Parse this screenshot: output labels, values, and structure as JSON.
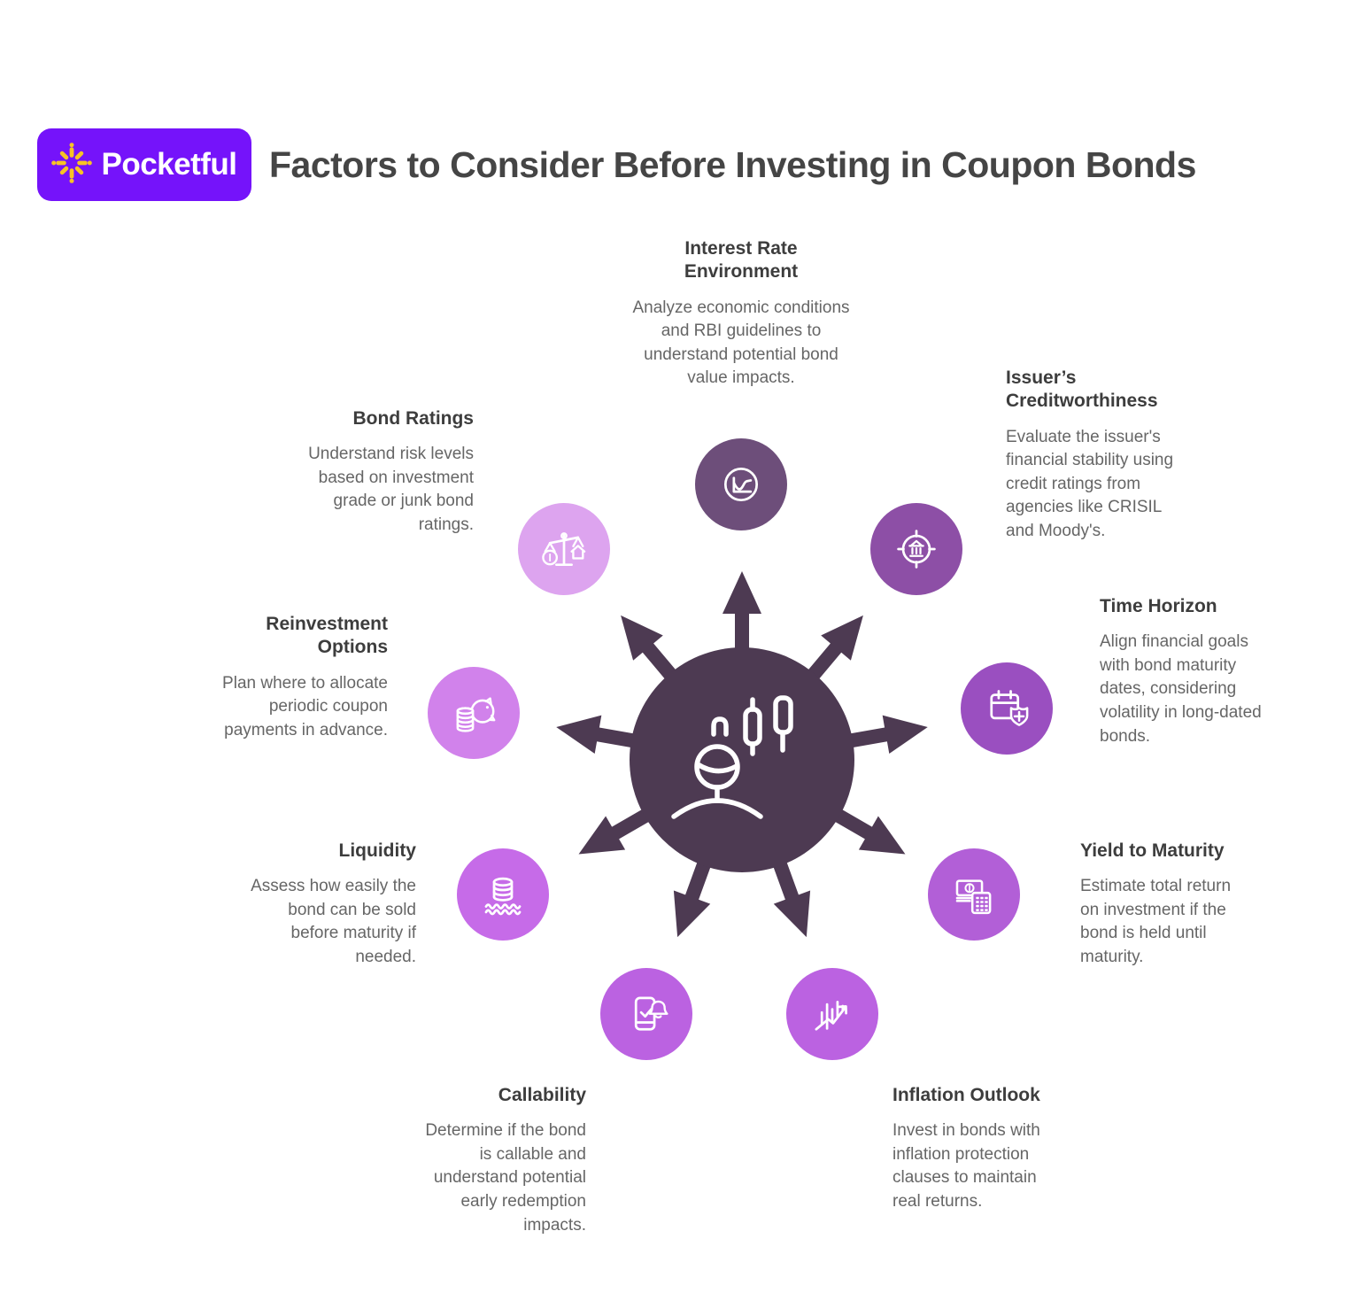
{
  "header": {
    "logo": {
      "text": "Pocketful",
      "icon": "pocketful-burst-icon",
      "bg_color": "#7513fa",
      "icon_color": "#f7c325"
    },
    "title": "Factors to Consider Before Investing in Coupon Bonds"
  },
  "hub": {
    "icon": "investor-with-candlesticks-icon",
    "color": "#4d3a52",
    "arrow_count": 9
  },
  "factors": [
    {
      "title": "Interest Rate Environment",
      "description": "Analyze economic conditions and RBI guidelines to understand potential bond value impacts.",
      "icon": "line-chart-icon",
      "color": "#6d4e7a"
    },
    {
      "title": "Issuer’s Creditworthiness",
      "description": "Evaluate the issuer's financial stability using credit ratings from agencies like CRISIL and Moody's.",
      "icon": "bank-target-icon",
      "color": "#8d4fa6"
    },
    {
      "title": "Time Horizon",
      "description": "Align financial goals with bond maturity dates, considering volatility in long-dated bonds.",
      "icon": "calendar-shield-icon",
      "color": "#9a4fc0"
    },
    {
      "title": "Yield to Maturity",
      "description": "Estimate total return on investment if the bond is held until maturity.",
      "icon": "cash-calculator-icon",
      "color": "#b25fd7"
    },
    {
      "title": "Inflation Outlook",
      "description": "Invest in bonds with inflation protection clauses to maintain real returns.",
      "icon": "rising-chart-arrow-icon",
      "color": "#bb62e1"
    },
    {
      "title": "Callability",
      "description": "Determine if the bond is callable and understand potential early redemption impacts.",
      "icon": "phone-alert-icon",
      "color": "#bb62e1"
    },
    {
      "title": "Liquidity",
      "description": "Assess how easily the bond can be sold before maturity if needed.",
      "icon": "coins-waves-icon",
      "color": "#c66be8"
    },
    {
      "title": "Reinvestment Options",
      "description": "Plan where to allocate periodic coupon payments in advance.",
      "icon": "piggy-bank-coins-icon",
      "color": "#d182eb"
    },
    {
      "title": "Bond Ratings",
      "description": "Understand risk levels based on investment grade or junk bond ratings.",
      "icon": "scales-icon",
      "color": "#dda4ef"
    }
  ]
}
